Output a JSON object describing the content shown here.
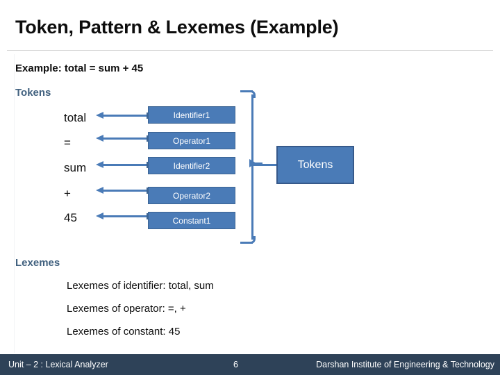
{
  "slide": {
    "title": "Token, Pattern & Lexemes (Example)",
    "example_line": "Example: total = sum + 45",
    "tokens_heading": "Tokens",
    "lexemes_heading": "Lexemes"
  },
  "token_rows": [
    {
      "lexeme": "total",
      "category": "Identifier1"
    },
    {
      "lexeme": "=",
      "category": "Operator1"
    },
    {
      "lexeme": "sum",
      "category": "Identifier2"
    },
    {
      "lexeme": "+",
      "category": "Operator2"
    },
    {
      "lexeme": "45",
      "category": "Constant1"
    }
  ],
  "callout": {
    "label": "Tokens"
  },
  "lexeme_lines": [
    "Lexemes of identifier: total, sum",
    "Lexemes of operator: =, +",
    "Lexemes of constant: 45"
  ],
  "footer": {
    "left": "Unit – 2 : Lexical Analyzer",
    "page": "6",
    "right": "Darshan Institute of Engineering & Technology"
  },
  "colors": {
    "box_fill": "#4a7bb7",
    "box_border": "#3b6392",
    "heading": "#41617f",
    "footer_bar": "#2e4258",
    "divider": "#d4d4d4"
  }
}
